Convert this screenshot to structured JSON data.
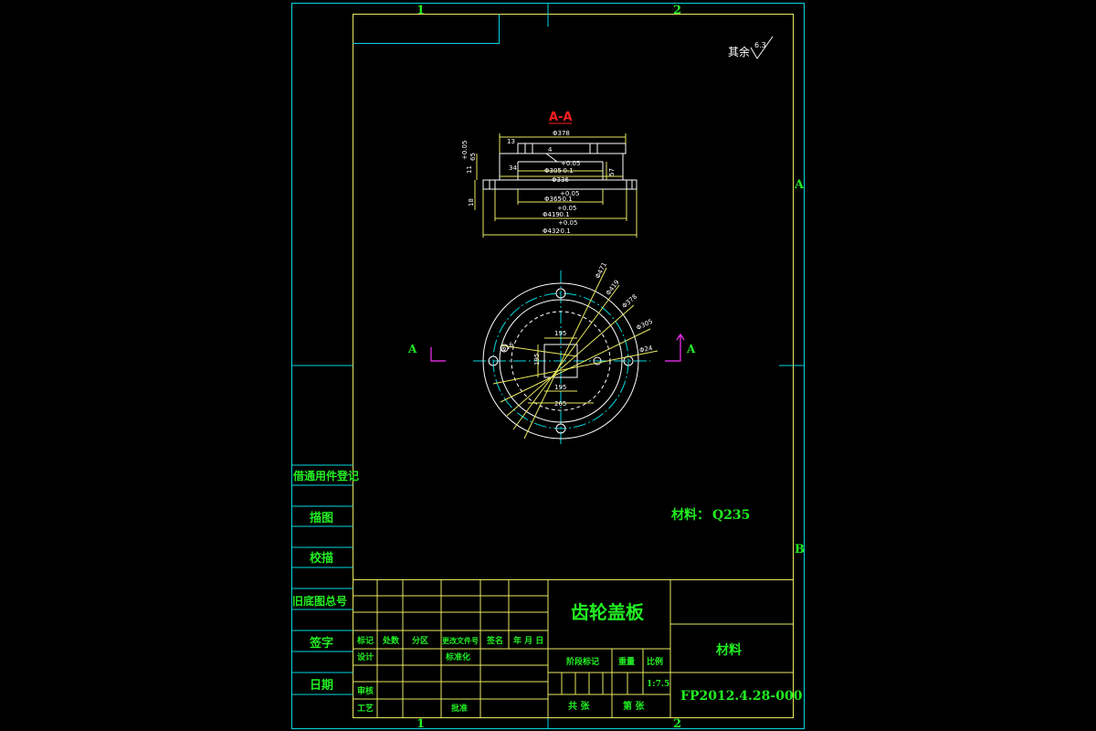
{
  "border": {
    "zones_top": [
      "1",
      "2"
    ],
    "zones_bottom": [
      "1",
      "2"
    ],
    "zones_right": [
      "A",
      "B"
    ]
  },
  "roughness": {
    "label": "其余",
    "value": "6.3"
  },
  "section": {
    "label": "A-A",
    "marker_left": "A",
    "marker_right": "A",
    "dims": {
      "d378": "Φ378",
      "d13": "13",
      "d4": "4",
      "tol_upper1": "+0.05",
      "tol_lower1": "-0.1",
      "d305": "Φ305",
      "d34": "34",
      "d336": "Φ336",
      "d57": "57",
      "d365": "Φ365",
      "d419": "Φ419",
      "d432": "Φ432",
      "d18": "18",
      "d11": "11",
      "d65": "65",
      "left_tol": "+0.05"
    }
  },
  "plan": {
    "dims": {
      "d471": "Φ471",
      "d419": "Φ419",
      "d378": "Φ378",
      "d305": "Φ305",
      "d24": "Φ24",
      "d16": "Φ16",
      "sq195_top": "195",
      "sq195_bottom": "195",
      "sq195_side": "195",
      "d265": "265"
    }
  },
  "material_note": {
    "label": "材料：",
    "value": "Q235"
  },
  "left_column": {
    "items": [
      "借通用件登记",
      "描图",
      "校描",
      "旧底图总号",
      "签字",
      "日期"
    ]
  },
  "title_block": {
    "part_name": "齿轮盖板",
    "material_label": "材料",
    "drawing_number": "FP2012.4.28-000",
    "revision_headers": [
      "标记",
      "处数",
      "分区",
      "更改文件号",
      "签名",
      "年 月 日"
    ],
    "row_design": "设计",
    "row_standard": "标准化",
    "row_check": "审核",
    "row_process": "工艺",
    "row_approve": "批准",
    "stage_label": "阶段标记",
    "weight_label": "重量",
    "scale_label": "比例",
    "scale_value": "1:7.5",
    "sheets_total": "共  张",
    "sheet_no": "第  张"
  }
}
